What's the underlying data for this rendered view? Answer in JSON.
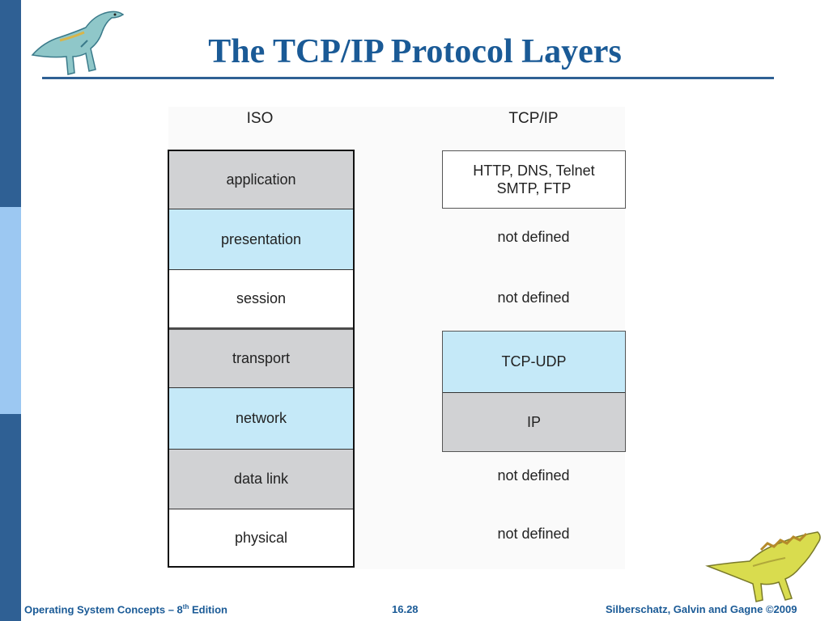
{
  "slide": {
    "title": "The TCP/IP Protocol Layers"
  },
  "figure": {
    "iso_header": "ISO",
    "tcpip_header": "TCP/IP",
    "iso_layers": [
      {
        "label": "application",
        "shade": "gray"
      },
      {
        "label": "presentation",
        "shade": "blue"
      },
      {
        "label": "session",
        "shade": "white"
      },
      {
        "label": "transport",
        "shade": "gray"
      },
      {
        "label": "network",
        "shade": "blue"
      },
      {
        "label": "data link",
        "shade": "gray"
      },
      {
        "label": "physical",
        "shade": "white"
      }
    ],
    "tcpip_layers": {
      "application_line1": "HTTP, DNS, Telnet",
      "application_line2": "SMTP, FTP",
      "presentation": "not defined",
      "session": "not defined",
      "transport": "TCP-UDP",
      "network": "IP",
      "data_link": "not defined",
      "physical": "not defined"
    }
  },
  "footer": {
    "book_prefix": "Operating System Concepts – 8",
    "book_sup": "th",
    "book_suffix": " Edition",
    "page": "16.28",
    "authors": "Silberschatz, Galvin and Gagne ©2009"
  },
  "colors": {
    "sidebar_dark": "#2f6094",
    "sidebar_light": "#9cc8f2",
    "title": "#1a5a96",
    "cell_gray": "#d1d2d4",
    "cell_blue": "#c5e9f8"
  },
  "icons": [
    "dinosaur-top-left",
    "dinosaur-bottom-right"
  ]
}
